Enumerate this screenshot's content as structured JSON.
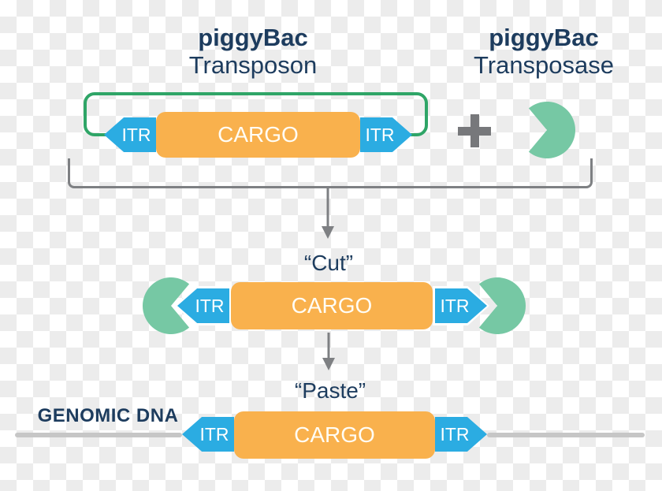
{
  "titles": {
    "left": {
      "line1": "piggyBac",
      "line2": "Transposon"
    },
    "right": {
      "line1": "piggyBac",
      "line2": "Transposase"
    }
  },
  "labels": {
    "itr": "ITR",
    "cargo": "CARGO",
    "cut": "“Cut”",
    "paste": "“Paste”",
    "genomic_dna": "GENOMIC DNA"
  },
  "icons": {
    "plus": "plus-sign",
    "transposase_enzyme": "pacman-shape",
    "flow_arrow": "down-arrow",
    "grouping": "square-bracket"
  },
  "colors": {
    "itr_blue": "#2BACE2",
    "cargo_orange": "#F9B14D",
    "plasmid_loop_green": "#2FA567",
    "transposase_green": "#76C8A4",
    "text_navy": "#1D3C5E",
    "connector_gray": "#7E8083",
    "genomic_dna_gray": "#C6C6C6",
    "checker_dark": "#ECECEC",
    "checker_light": "#FFFFFF"
  }
}
